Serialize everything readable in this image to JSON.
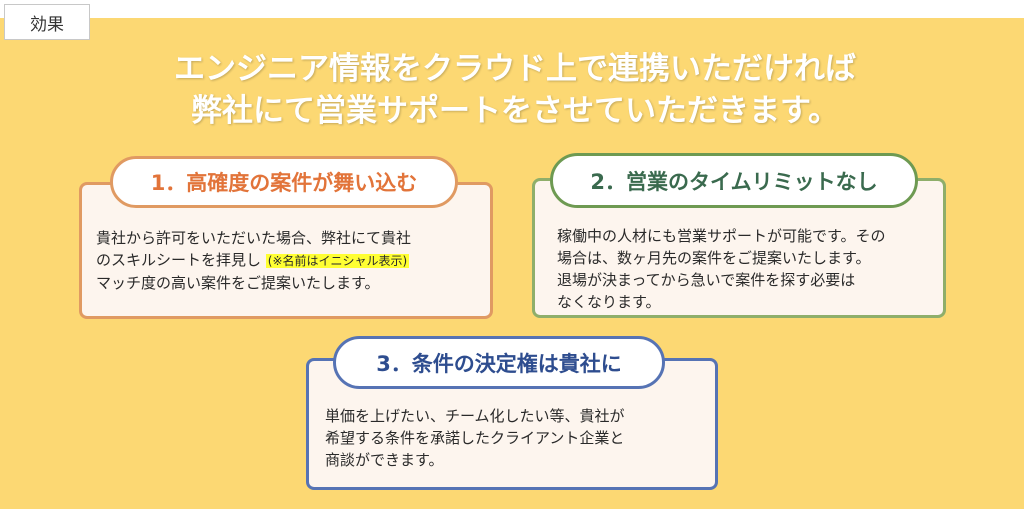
{
  "tab_label": "効果",
  "headline": {
    "line1": "エンジニア情報をクラウド上で連携いただければ",
    "line2": "弊社にて営業サポートをさせていただきます。"
  },
  "cards": [
    {
      "title": "1．高確度の案件が舞い込む",
      "line1": "貴社から許可をいただいた場合、弊社にて貴社",
      "line2": "のスキルシートを拝見し",
      "highlight": "(※名前はイニシャル表示)",
      "line3": "マッチ度の高い案件をご提案いたします。"
    },
    {
      "title": "2．営業のタイムリミットなし",
      "line1": "稼働中の人材にも営業サポートが可能です。その",
      "line2": "場合は、数ヶ月先の案件をご提案いたします。",
      "line3": "退場が決まってから急いで案件を探す必要は",
      "line4": "なくなります。"
    },
    {
      "title": "3．条件の決定権は貴社に",
      "line1": "単価を上げたい、チーム化したい等、貴社が",
      "line2": "希望する条件を承諾したクライアント企業と",
      "line3": "商談ができます。"
    }
  ],
  "colors": {
    "background": "#fcd873",
    "card1_accent": "#e09a62",
    "card2_accent": "#6e9a52",
    "card3_accent": "#5673b4",
    "highlight": "#ffff33"
  }
}
